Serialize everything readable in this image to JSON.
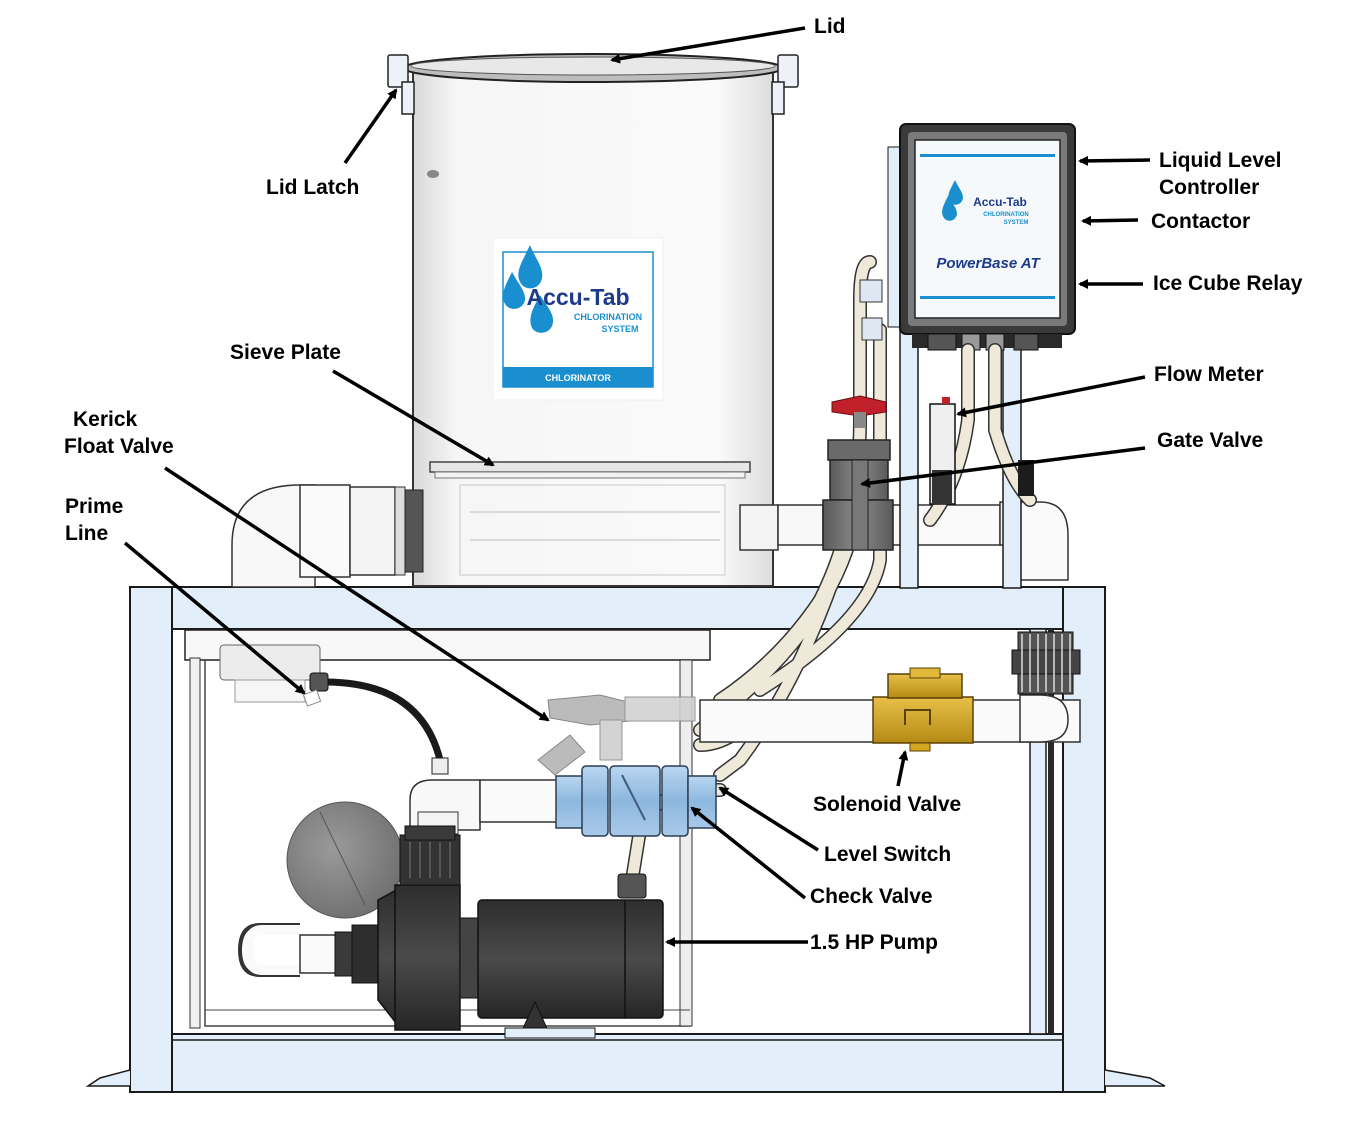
{
  "diagram": {
    "title": "Accu-Tab Chlorination System Components",
    "colors": {
      "frame": "#e3eefb",
      "frame_stroke": "#1a1a1a",
      "pipe": "#ffffff",
      "tube": "#efe9d9",
      "pump": "#3a3a3a",
      "solenoid": "#d4a520",
      "gate_handle": "#c0202a",
      "check_valve": "#9ec4e6",
      "brand_blue": "#1a8fd0",
      "brand_navy": "#1d3b8a"
    },
    "labels": [
      {
        "id": "lid",
        "text": "Lid"
      },
      {
        "id": "lid-latch",
        "text": "Lid Latch"
      },
      {
        "id": "liquid-level-controller",
        "lines": [
          "Liquid Level",
          "Controller"
        ]
      },
      {
        "id": "contactor",
        "text": "Contactor"
      },
      {
        "id": "ice-cube-relay",
        "text": "Ice Cube Relay"
      },
      {
        "id": "sieve-plate",
        "text": "Sieve Plate"
      },
      {
        "id": "flow-meter",
        "text": "Flow Meter"
      },
      {
        "id": "kerick-float-valve",
        "lines": [
          "Kerick",
          "Float Valve"
        ]
      },
      {
        "id": "gate-valve",
        "text": "Gate Valve"
      },
      {
        "id": "prime-line",
        "lines": [
          "Prime",
          "Line"
        ]
      },
      {
        "id": "solenoid-valve",
        "text": "Solenoid Valve"
      },
      {
        "id": "level-switch",
        "text": "Level Switch"
      },
      {
        "id": "check-valve",
        "text": "Check Valve"
      },
      {
        "id": "pump",
        "text": "1.5 HP Pump"
      }
    ],
    "chlorinator_decal": {
      "brand": "Accu-Tab",
      "subtitle_1": "CHLORINATION",
      "subtitle_2": "SYSTEM",
      "band": "CHLORINATOR"
    },
    "controller_decal": {
      "brand": "Accu-Tab",
      "subtitle_1": "CHLORINATION",
      "subtitle_2": "SYSTEM",
      "product": "PowerBase AT"
    }
  }
}
